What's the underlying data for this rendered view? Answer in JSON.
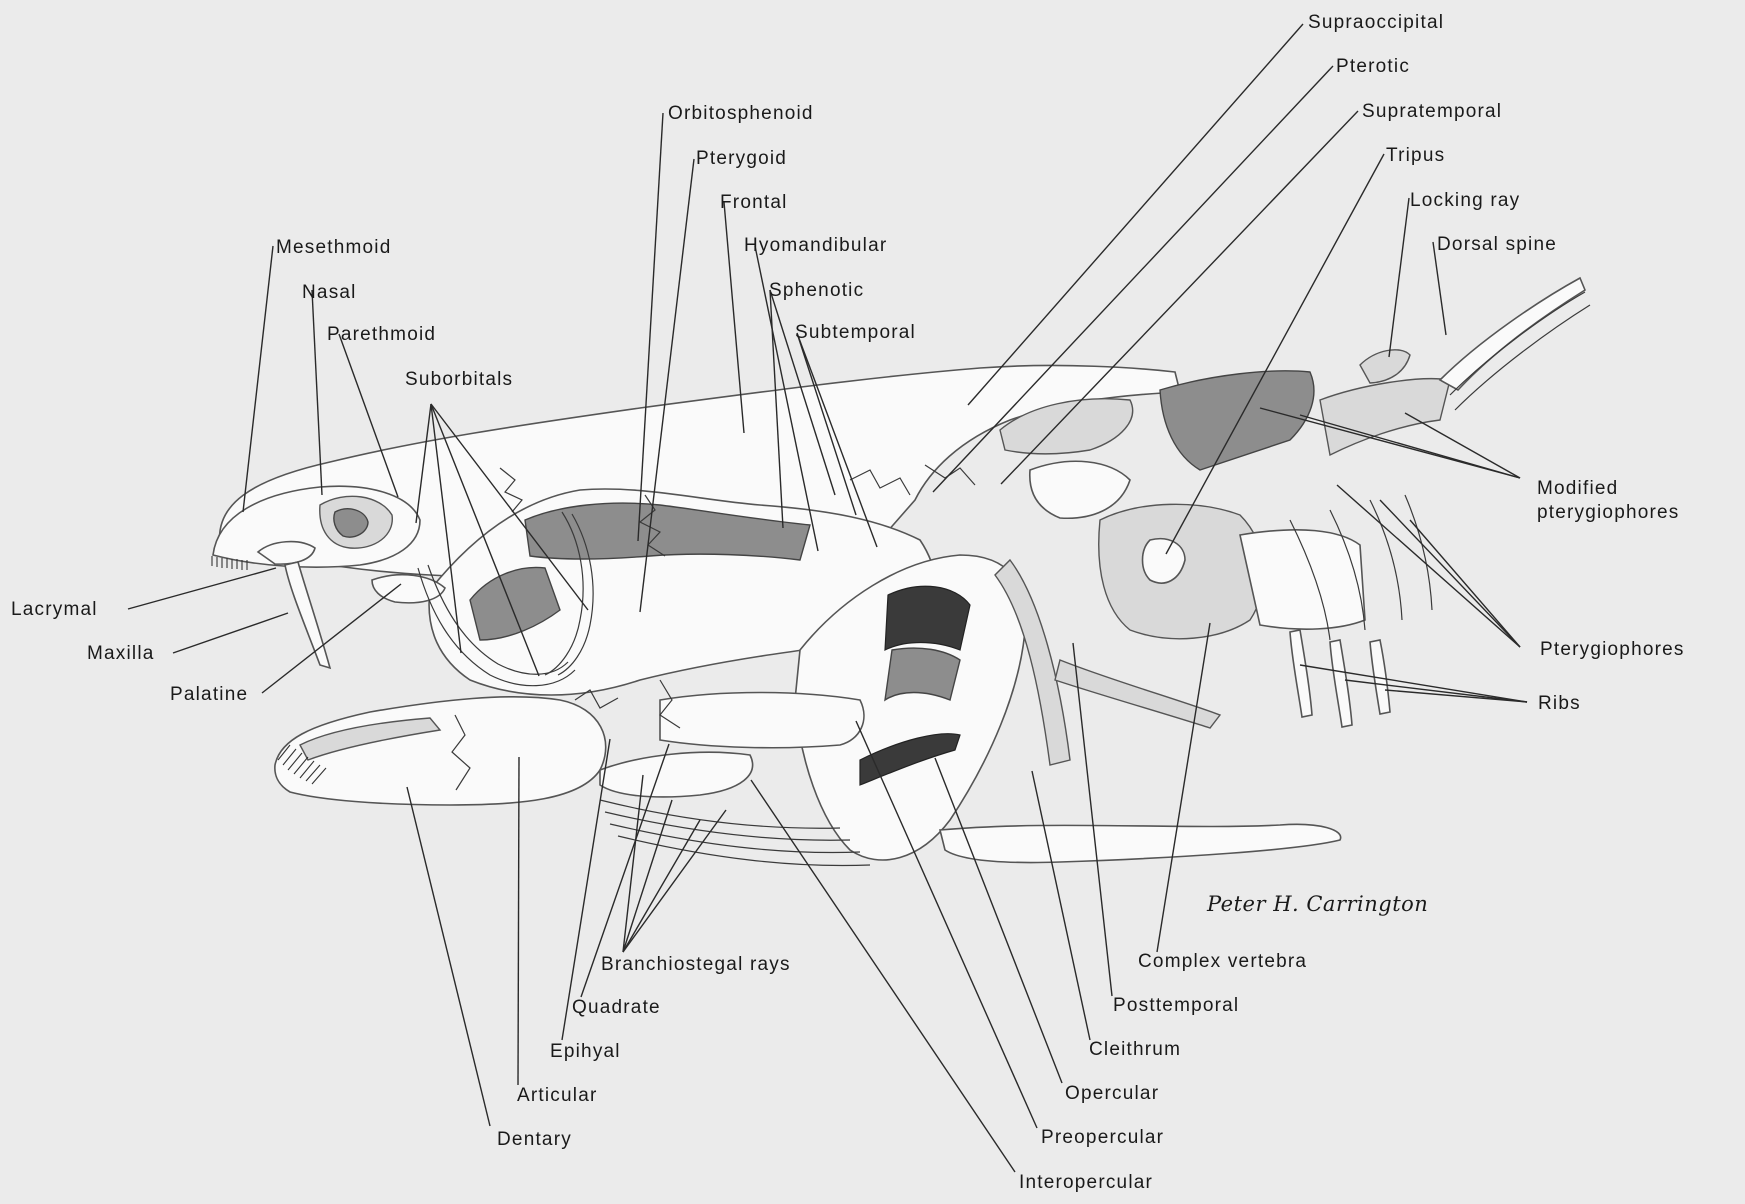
{
  "labels": {
    "supraoccipital": "Supraoccipital",
    "pterotic": "Pterotic",
    "supratemporal": "Supratemporal",
    "tripus": "Tripus",
    "locking_ray": "Locking ray",
    "dorsal_spine": "Dorsal spine",
    "orbitosphenoid": "Orbitosphenoid",
    "pterygoid": "Pterygoid",
    "frontal": "Frontal",
    "hyomandibular": "Hyomandibular",
    "sphenotic": "Sphenotic",
    "subtemporal": "Subtemporal",
    "mesethmoid": "Mesethmoid",
    "nasal": "Nasal",
    "parethmoid": "Parethmoid",
    "suborbitals": "Suborbitals",
    "modified_pterygiophores_1": "Modified",
    "modified_pterygiophores_2": "pterygiophores",
    "pterygiophores": "Pterygiophores",
    "ribs": "Ribs",
    "lacrymal": "Lacrymal",
    "maxilla": "Maxilla",
    "palatine": "Palatine",
    "complex_vertebra": "Complex vertebra",
    "branchiostegal_rays": "Branchiostegal rays",
    "posttemporal": "Posttemporal",
    "quadrate": "Quadrate",
    "cleithrum": "Cleithrum",
    "epihyal": "Epihyal",
    "articular": "Articular",
    "opercular": "Opercular",
    "dentary": "Dentary",
    "preopercular": "Preopercular",
    "interopercular": "Interopercular"
  },
  "signature": "Peter H. Carrington"
}
